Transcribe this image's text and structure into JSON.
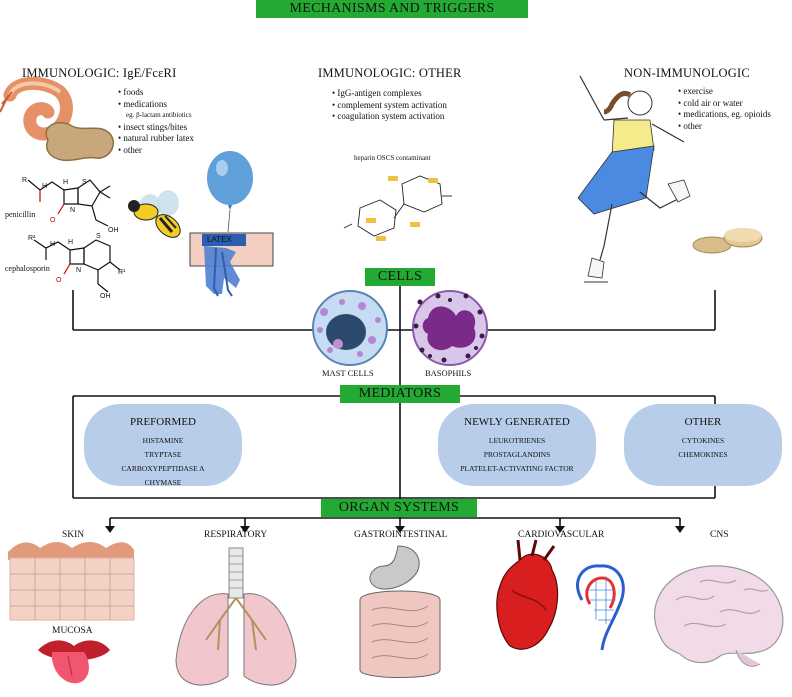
{
  "title": "MECHANISMS AND TRIGGERS",
  "triggers": {
    "ige": {
      "heading": "IMMUNOLOGIC: IgE/FcεRI",
      "items": [
        "foods",
        "medications",
        "insect stings/bites",
        "natural rubber latex",
        "other"
      ],
      "note": "eg. β-lactam antibiotics",
      "penicillin": "penicillin",
      "cephalosporin": "cephalosporin",
      "latex": "LATEX"
    },
    "other": {
      "heading": "IMMUNOLOGIC: OTHER",
      "items": [
        "IgG-antigen complexes",
        "complement system activation",
        "coagulation system activation"
      ],
      "heparin": "heparin OSCS contaminant"
    },
    "nonimmuno": {
      "heading": "NON-IMMUNOLOGIC",
      "items": [
        "exercise",
        "cold air or water",
        "medications, eg. opioids",
        "other"
      ]
    }
  },
  "cells": {
    "banner": "CELLS",
    "mast": "MAST CELLS",
    "basophils": "BASOPHILS"
  },
  "mediators": {
    "banner": "MEDIATORS",
    "preformed": {
      "title": "PREFORMED",
      "items": [
        "HISTAMINE",
        "TRYPTASE",
        "CARBOXYPEPTIDASE A",
        "CHYMASE"
      ]
    },
    "newly": {
      "title": "NEWLY GENERATED",
      "items": [
        "LEUKOTRIENES",
        "PROSTAGLANDINS",
        "PLATELET-ACTIVATING FACTOR"
      ]
    },
    "other": {
      "title": "OTHER",
      "items": [
        "CYTOKINES",
        "CHEMOKINES"
      ]
    }
  },
  "organs": {
    "banner": "ORGAN SYSTEMS",
    "skin": "SKIN",
    "mucosa": "MUCOSA",
    "respiratory": "RESPIRATORY",
    "gi": "GASTROINTESTINAL",
    "cardio": "CARDIOVASCULAR",
    "cns": "CNS"
  },
  "colors": {
    "banner_green": "#22aa33",
    "pill_blue": "#b8cdea",
    "mast_nucleus": "#2b4a6e",
    "basophil_purple": "#7a2a88",
    "heart_red": "#d81e1e"
  }
}
